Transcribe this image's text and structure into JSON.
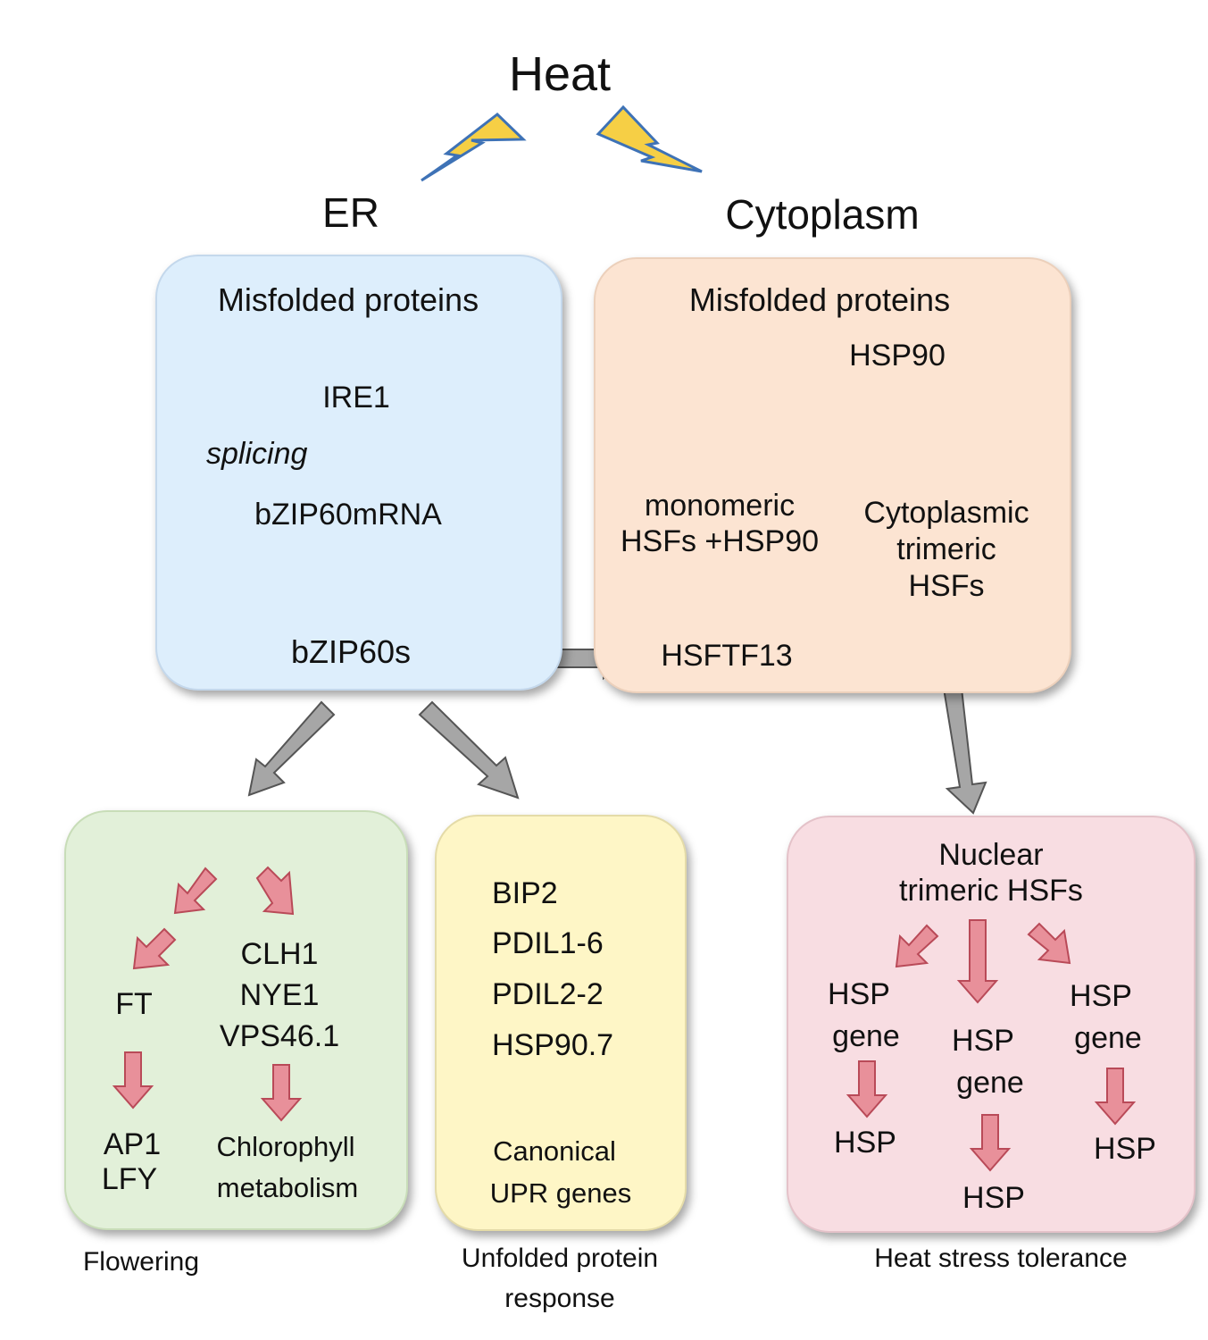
{
  "title": "Heat",
  "er": {
    "heading": "ER",
    "fill": "#ddeefc",
    "misfolded": "Misfolded proteins",
    "ire1": "IRE1",
    "splicing": "splicing",
    "mrna": "bZIP60mRNA",
    "bzip60s": "bZIP60s"
  },
  "cytoplasm": {
    "heading": "Cytoplasm",
    "fill": "#fce4d2",
    "misfolded": "Misfolded proteins",
    "hsp90": "HSP90",
    "monomeric_1": "monomeric",
    "monomeric_2": "HSFs +HSP90",
    "trimeric_1": "Cytoplasmic",
    "trimeric_2": "trimeric",
    "trimeric_3": "HSFs",
    "hsftf13": "HSFTF13"
  },
  "flowering": {
    "fill": "#e2f0d9",
    "ft": "FT",
    "ap1": "AP1",
    "lfy": "LFY",
    "clh1": "CLH1",
    "nye1": "NYE1",
    "vps": "VPS46.1",
    "chloro_1": "Chlorophyll",
    "chloro_2": "metabolism",
    "caption": "Flowering"
  },
  "upr": {
    "fill": "#fef6c6",
    "genes": [
      "BIP2",
      "PDIL1-6",
      "PDIL2-2",
      "HSP90.7"
    ],
    "canonical_1": "Canonical",
    "canonical_2": "UPR genes",
    "caption_1": "Unfolded protein",
    "caption_2": "response"
  },
  "nuclear": {
    "fill": "#f8dde2",
    "title_1": "Nuclear",
    "title_2": "trimeric HSFs",
    "hsp": "HSP",
    "gene": "gene",
    "caption": "Heat stress tolerance"
  },
  "colors": {
    "blue_arrow": "#4a8ad0",
    "gray_arrow": "#a6a6a6",
    "pink_arrow": "#e8909a",
    "lightning": "#f6cf45"
  }
}
